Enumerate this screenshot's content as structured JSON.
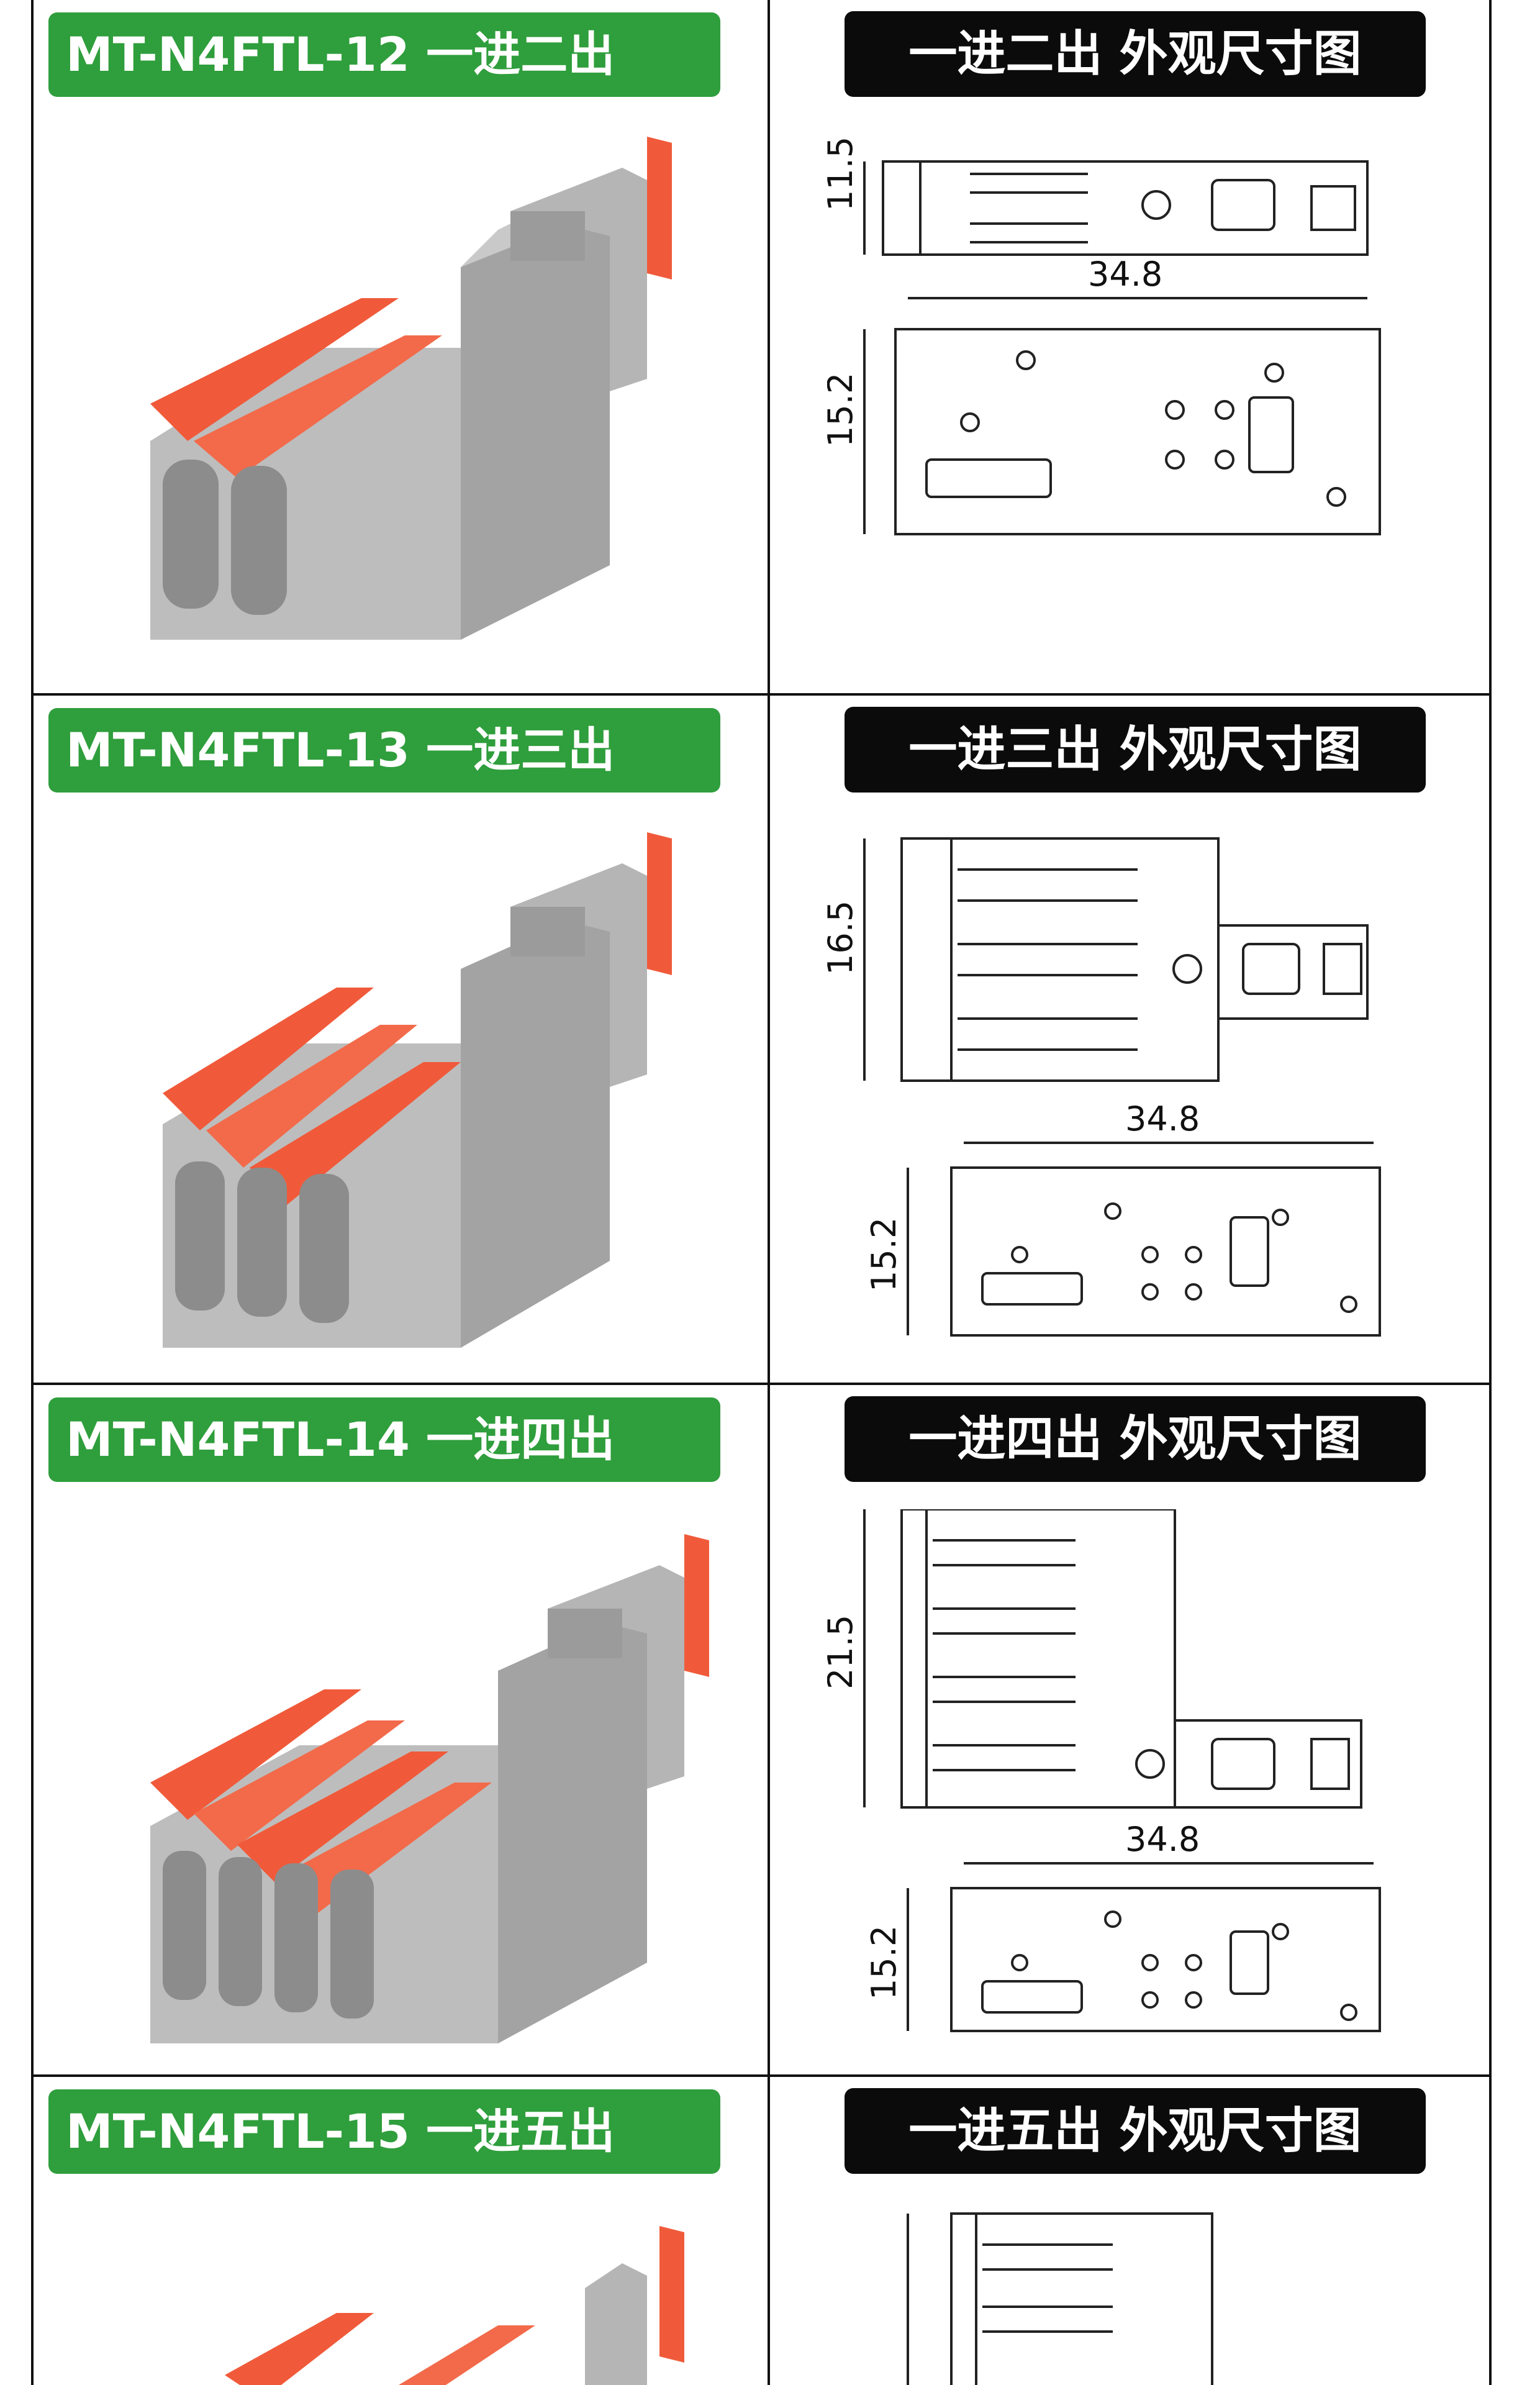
{
  "sections": [
    {
      "model_label": "MT-N4FTL-12 一进二出",
      "drawing_title": "一进二出 外观尺寸图",
      "top_height": "11.5",
      "width_dim": "34.8",
      "side_height": "15.2",
      "outputs": 2
    },
    {
      "model_label": "MT-N4FTL-13 一进三出",
      "drawing_title": "一进三出 外观尺寸图",
      "top_height": "16.5",
      "width_dim": "34.8",
      "side_height": "15.2",
      "outputs": 3
    },
    {
      "model_label": "MT-N4FTL-14 一进四出",
      "drawing_title": "一进四出 外观尺寸图",
      "top_height": "21.5",
      "width_dim": "34.8",
      "side_height": "15.2",
      "outputs": 4
    },
    {
      "model_label": "MT-N4FTL-15 一进五出",
      "drawing_title": "一进五出 外观尺寸图",
      "top_height": "",
      "width_dim": "",
      "side_height": "",
      "outputs": 5
    }
  ],
  "colors": {
    "badge_green": "#2f9e3c",
    "badge_black": "#0b0b0b",
    "lever_orange": "#f05a3a",
    "housing_gray": "#a9a9a9"
  }
}
